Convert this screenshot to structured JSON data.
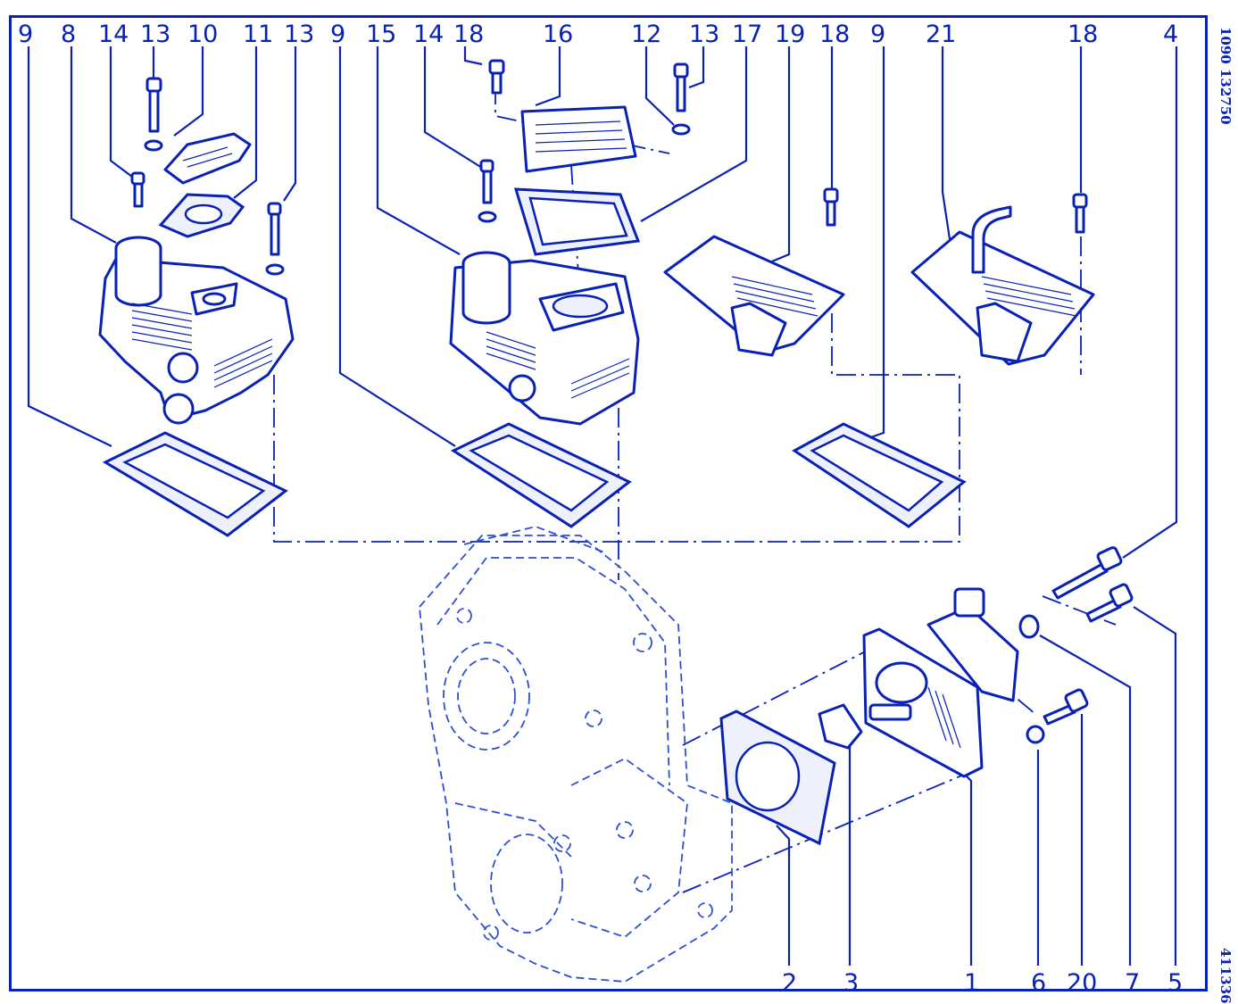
{
  "top_callouts": [
    "9",
    "8",
    "14",
    "13",
    "10",
    "11",
    "13",
    "9",
    "15",
    "14",
    "18",
    "16",
    "12",
    "13",
    "17",
    "19",
    "18",
    "9",
    "21",
    "18",
    "4"
  ],
  "bottom_callouts": [
    "2",
    "3",
    "1",
    "6",
    "20",
    "7",
    "5"
  ],
  "side_codes": {
    "upper": "1090  132750",
    "lower": "411336"
  },
  "colors": {
    "ink": "#0a22b4",
    "background": "#ffffff"
  }
}
